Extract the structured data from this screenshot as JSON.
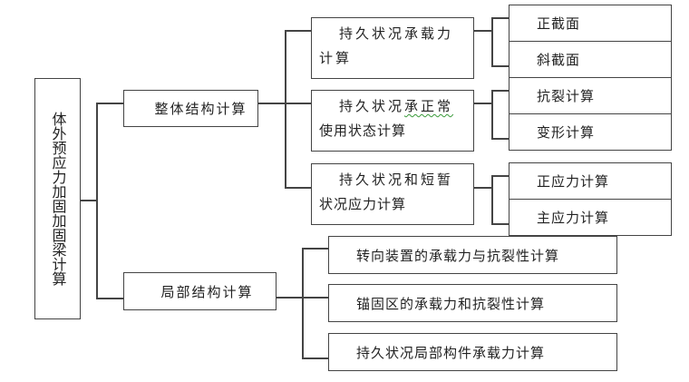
{
  "diagram": {
    "root": {
      "label": "体外预应力加固加固梁计算"
    },
    "branches": [
      {
        "label": "整体结构计算",
        "children": [
          {
            "label_line1": "持久状况承载力",
            "label_line2": "计算",
            "children": [
              {
                "label": "正截面"
              },
              {
                "label": "斜截面"
              }
            ]
          },
          {
            "label_line1_a": "持久状况",
            "label_line1_b": "承正常",
            "label_line2": "使用状态计算",
            "children": [
              {
                "label": "抗裂计算"
              },
              {
                "label": "变形计算"
              }
            ]
          },
          {
            "label_line1": "持久状况和短暂",
            "label_line2": "状况应力计算",
            "children": [
              {
                "label": "正应力计算"
              },
              {
                "label": "主应力计算"
              }
            ]
          }
        ]
      },
      {
        "label": "局部结构计算",
        "children": [
          {
            "label": "转向装置的承载力与抗裂性计算"
          },
          {
            "label": "锚固区的承载力和抗裂性计算"
          },
          {
            "label": "持久状况局部构件承载力计算"
          }
        ]
      }
    ],
    "colors": {
      "line": "#444444",
      "spellcheck_underline": "#3a9a3a"
    }
  }
}
